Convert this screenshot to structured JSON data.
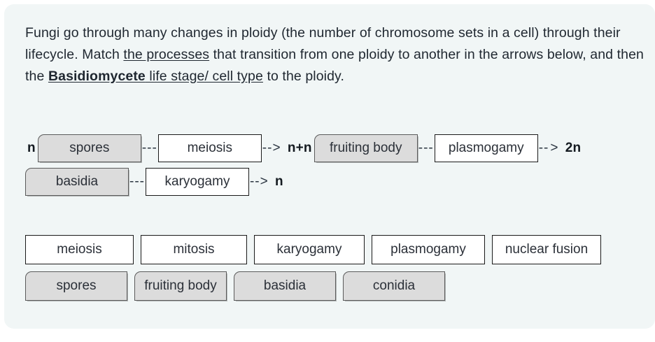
{
  "prompt": {
    "part1": "Fungi go through many changes in ploidy (the number of chromosome sets in a cell) through their lifecycle. Match ",
    "underlined1": "the processes",
    "part2": " that transition from one ploidy to another in the arrows below, and then the ",
    "bold_underlined": "Basidiomycete",
    "underlined2": " life stage/ cell type",
    "part3": " to the ploidy."
  },
  "flow": {
    "ploidy_start": "n",
    "sep_dashes": "---",
    "sep_arrow": "-->",
    "sep_arrow_tail": "--",
    "sep_arrow_head": ">",
    "slots": [
      {
        "label": "spores",
        "type": "stage"
      },
      {
        "label": "meiosis",
        "type": "process"
      },
      {
        "label": "fruiting body",
        "type": "stage"
      },
      {
        "label": "plasmogamy",
        "type": "process"
      },
      {
        "label": "basidia",
        "type": "stage"
      },
      {
        "label": "karyogamy",
        "type": "process"
      }
    ],
    "ploidy_after_meiosis": "n+n",
    "ploidy_after_plasmogamy": "2n",
    "ploidy_after_karyogamy": "n"
  },
  "bank": {
    "processes": [
      "meiosis",
      "mitosis",
      "karyogamy",
      "plasmogamy",
      "nuclear fusion"
    ],
    "stages": [
      "spores",
      "fruiting body",
      "basidia",
      "conidia"
    ]
  },
  "colors": {
    "card_background": "#f1f6f6",
    "process_box": "#ffffff",
    "stage_box": "#dcdcdc",
    "text": "#1f2730"
  }
}
